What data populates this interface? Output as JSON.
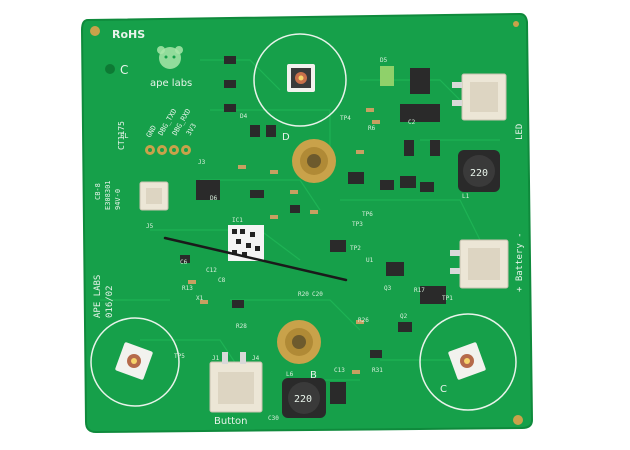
{
  "colors": {
    "board": "#16a04a",
    "board_edge": "#0f8a3c",
    "trace": "#1fb556",
    "silkscreen": "#e8f3ea",
    "gold": "#c9a24a",
    "connector": "#ece6d6",
    "component": "#2a2a2a"
  },
  "board_text": {
    "rohs": "RoHS",
    "c_mark": "C",
    "brand": "ape labs",
    "pin_gnd": "GND",
    "pin_txd": "DBG_TXD",
    "pin_rxd": "DBG_RXD",
    "pin_3v3": "3V3",
    "code_ct": "CT1175",
    "code_fl": "FL",
    "code_cb": "CB-8",
    "code_e": "E308301",
    "code_94v": "94V-0",
    "vendor": "APE LABS",
    "serial": "016/02",
    "label_led": "LED",
    "label_battery": "+ Battery -",
    "label_button": "Button",
    "inductor_1": "220",
    "inductor_2": "220",
    "letter_d": "D",
    "letter_b": "B",
    "letter_c": "C",
    "ref_ic1": "IC1",
    "ref_j1": "J1",
    "ref_j4": "J4",
    "ref_j5": "J5",
    "ref_j3": "J3",
    "ref_tp1": "TP1",
    "ref_tp2": "TP2",
    "ref_tp3": "TP3",
    "ref_tp4": "TP4",
    "ref_tp5": "TP5",
    "ref_tp6": "TP6",
    "ref_r17": "R17",
    "ref_r20": "R20",
    "ref_r26": "R26",
    "ref_r28": "R28",
    "ref_r31": "R31",
    "ref_r13": "R13",
    "ref_c2": "C2",
    "ref_c6": "C6",
    "ref_c8": "C8",
    "ref_c12": "C12",
    "ref_c13": "C13",
    "ref_c20": "C20",
    "ref_c30": "C30",
    "ref_l1": "L1",
    "ref_l6": "L6",
    "ref_d4": "D4",
    "ref_d5": "D5",
    "ref_d6": "D6",
    "ref_q2": "Q2",
    "ref_q3": "Q3",
    "ref_u1": "U1",
    "ref_x1": "X1",
    "ref_r6": "R6"
  }
}
